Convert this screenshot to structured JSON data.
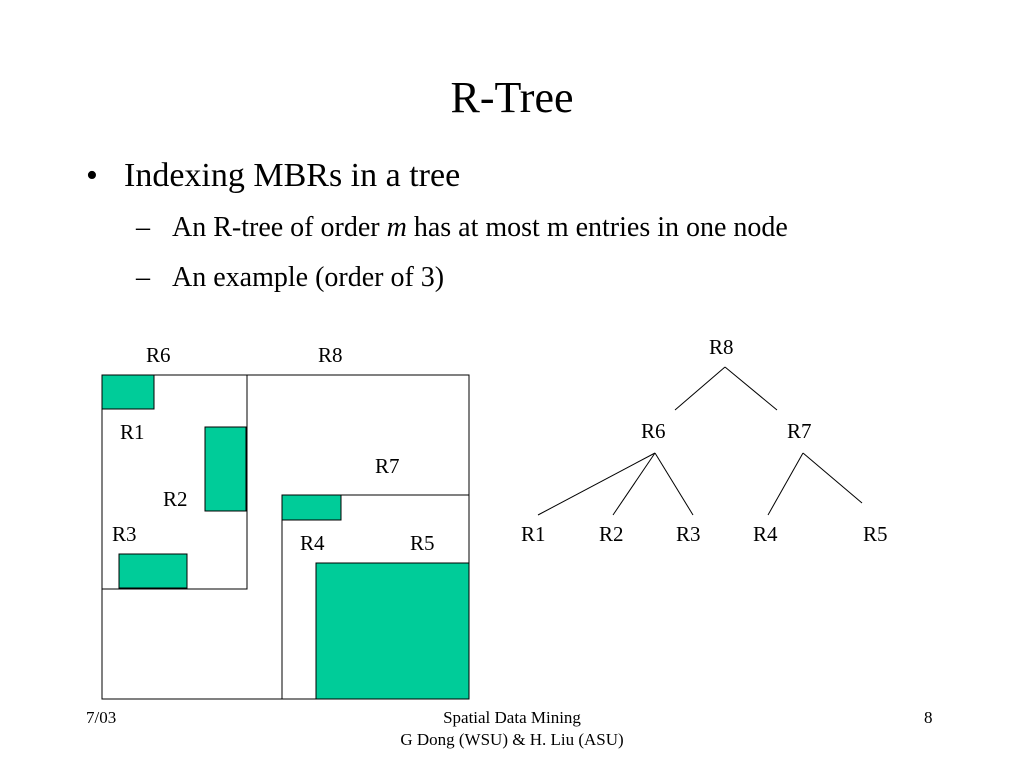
{
  "slide": {
    "title": "R-Tree",
    "bullet_marker": "•",
    "dash_marker": "–",
    "bullet1": "Indexing MBRs in a tree",
    "sub1": {
      "prefix": "An R-tree of order ",
      "emph": "m",
      "suffix": " has at most m entries in one node"
    },
    "sub2": "An example (order of 3)"
  },
  "spatial_diagram": {
    "labels": {
      "r1": "R1",
      "r2": "R2",
      "r3": "R3",
      "r4": "R4",
      "r5": "R5",
      "r6": "R6",
      "r7": "R7",
      "r8": "R8"
    },
    "fill_color": "#00CC99",
    "stroke_color": "#000000"
  },
  "tree_diagram": {
    "root": "R8",
    "level1": [
      "R6",
      "R7"
    ],
    "leaves": [
      "R1",
      "R2",
      "R3",
      "R4",
      "R5"
    ]
  },
  "footer": {
    "date": "7/03",
    "course": "Spatial Data Mining",
    "authors": "G Dong (WSU) & H. Liu (ASU)",
    "page": "8"
  }
}
